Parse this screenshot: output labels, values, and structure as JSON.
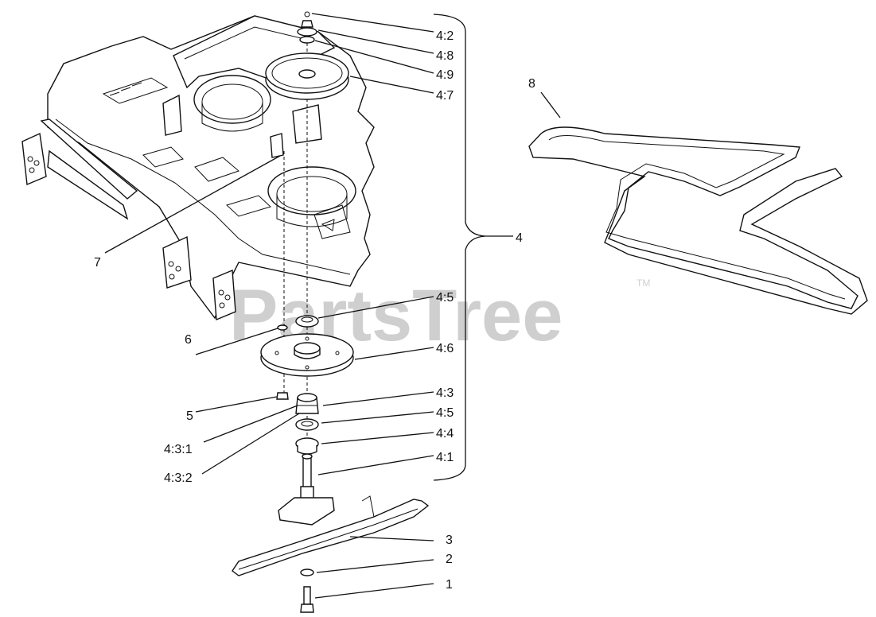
{
  "watermark": {
    "text": "PartsTree",
    "mark": "TM"
  },
  "callouts": {
    "c4_2": "4:2",
    "c4_8": "4:8",
    "c4_9": "4:9",
    "c4_7": "4:7",
    "c8": "8",
    "c4": "4",
    "c7": "7",
    "c4_5a": "4:5",
    "c6": "6",
    "c4_6": "4:6",
    "c4_3": "4:3",
    "c5": "5",
    "c4_5b": "4:5",
    "c4_3_1": "4:3:1",
    "c4_4": "4:4",
    "c4_3_2": "4:3:2",
    "c4_1": "4:1",
    "c3": "3",
    "c2": "2",
    "c1": "1"
  }
}
